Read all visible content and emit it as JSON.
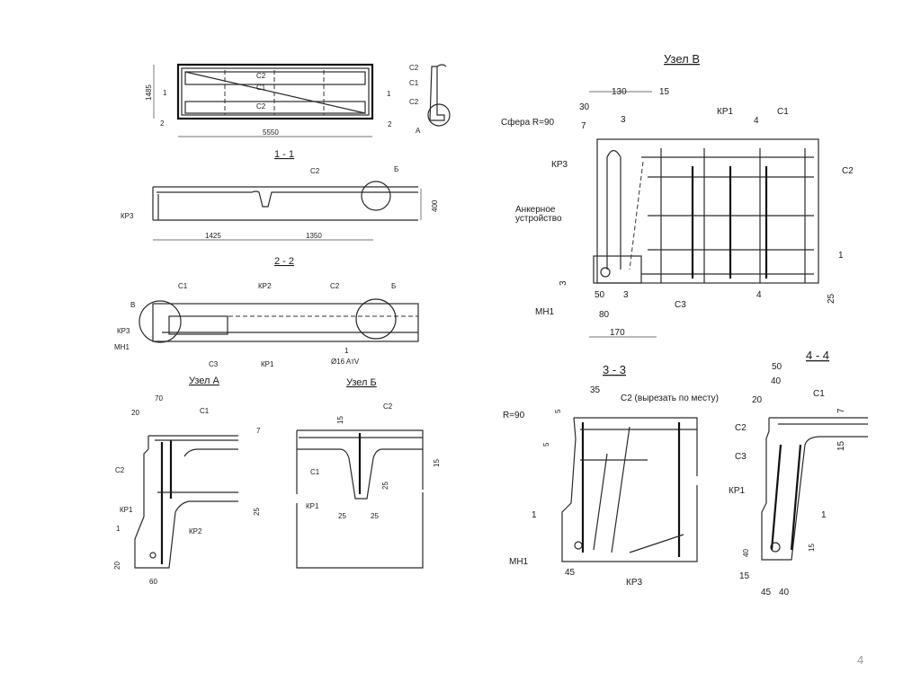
{
  "page_number": "4",
  "plan": {
    "dim_height": "1485",
    "dim_length": "5550",
    "cut1_left": "1",
    "cut1_right": "1",
    "cut2_left": "2",
    "cut2_right": "2",
    "c2_top": "С2",
    "c1": "С1",
    "c2_bottom": "С2"
  },
  "side_detail": {
    "c2_top": "С2",
    "c1": "С1",
    "c2_bottom": "С2",
    "node_a": "А"
  },
  "section_1_1": {
    "title": "1 - 1",
    "c2": "С2",
    "node_b": "Б",
    "kr3": "КР3",
    "dim_1425": "1425",
    "dim_1350": "1350",
    "dim_400": "400"
  },
  "section_2_2": {
    "title": "2 - 2",
    "c1": "С1",
    "kr2": "КР2",
    "c2": "С2",
    "node_b": "Б",
    "node_v": "В",
    "kr3": "КР3",
    "mn1": "МН1",
    "c3": "С3",
    "kr1": "КР1",
    "bar_1": "1",
    "bar_spec": "Ø16 AтV"
  },
  "node_a": {
    "title": "Узел А",
    "dim_70": "70",
    "dim_20": "20",
    "c1": "С1",
    "dim_7": "7",
    "c2": "С2",
    "kr1": "КР1",
    "kr2": "КР2",
    "bar_1": "1",
    "dim_25": "25",
    "dim_20b": "20",
    "dim_60": "60"
  },
  "node_b": {
    "title": "Узел Б",
    "dim_15": "15",
    "c2": "С2",
    "c1": "С1",
    "dim_15b": "15",
    "dim_25v": "25",
    "kr1": "КР1",
    "dim_25a": "25",
    "dim_25b": "25"
  },
  "node_v": {
    "title": "Узел В",
    "dim_130": "130",
    "dim_15": "15",
    "dim_30": "30",
    "sphere": "Сфера R=90",
    "dim_7": "7",
    "cut3_top": "3",
    "kr1": "КР1",
    "cut4_top": "4",
    "c1": "С1",
    "kr3": "КР3",
    "c2": "С2",
    "anchor_1": "Анкерное",
    "anchor_2": "устройство",
    "bar_1": "1",
    "dim_3": "3",
    "dim_50": "50",
    "cut3_bottom": "3",
    "mn1": "МН1",
    "c3": "С3",
    "cut4_bottom": "4",
    "dim_25": "25",
    "dim_80": "80",
    "dim_170": "170"
  },
  "section_3_3": {
    "title": "3 - 3",
    "dim_35": "35",
    "c2": "С2 (вырезать по месту)",
    "r90": "R=90",
    "dim_5a": "5",
    "dim_5b": "5",
    "bar_1": "1",
    "mn1": "МН1",
    "dim_45": "45",
    "kr3": "КР3"
  },
  "section_4_4": {
    "title": "4 - 4",
    "dim_50": "50",
    "dim_40": "40",
    "dim_20": "20",
    "c1": "С1",
    "dim_7": "7",
    "c2": "С2",
    "dim_15": "15",
    "c3": "С3",
    "kr1": "КР1",
    "bar_1": "1",
    "dim_40v": "40",
    "dim_15v": "15",
    "dim_15b": "15",
    "dim_45": "45",
    "dim_40b": "40"
  }
}
